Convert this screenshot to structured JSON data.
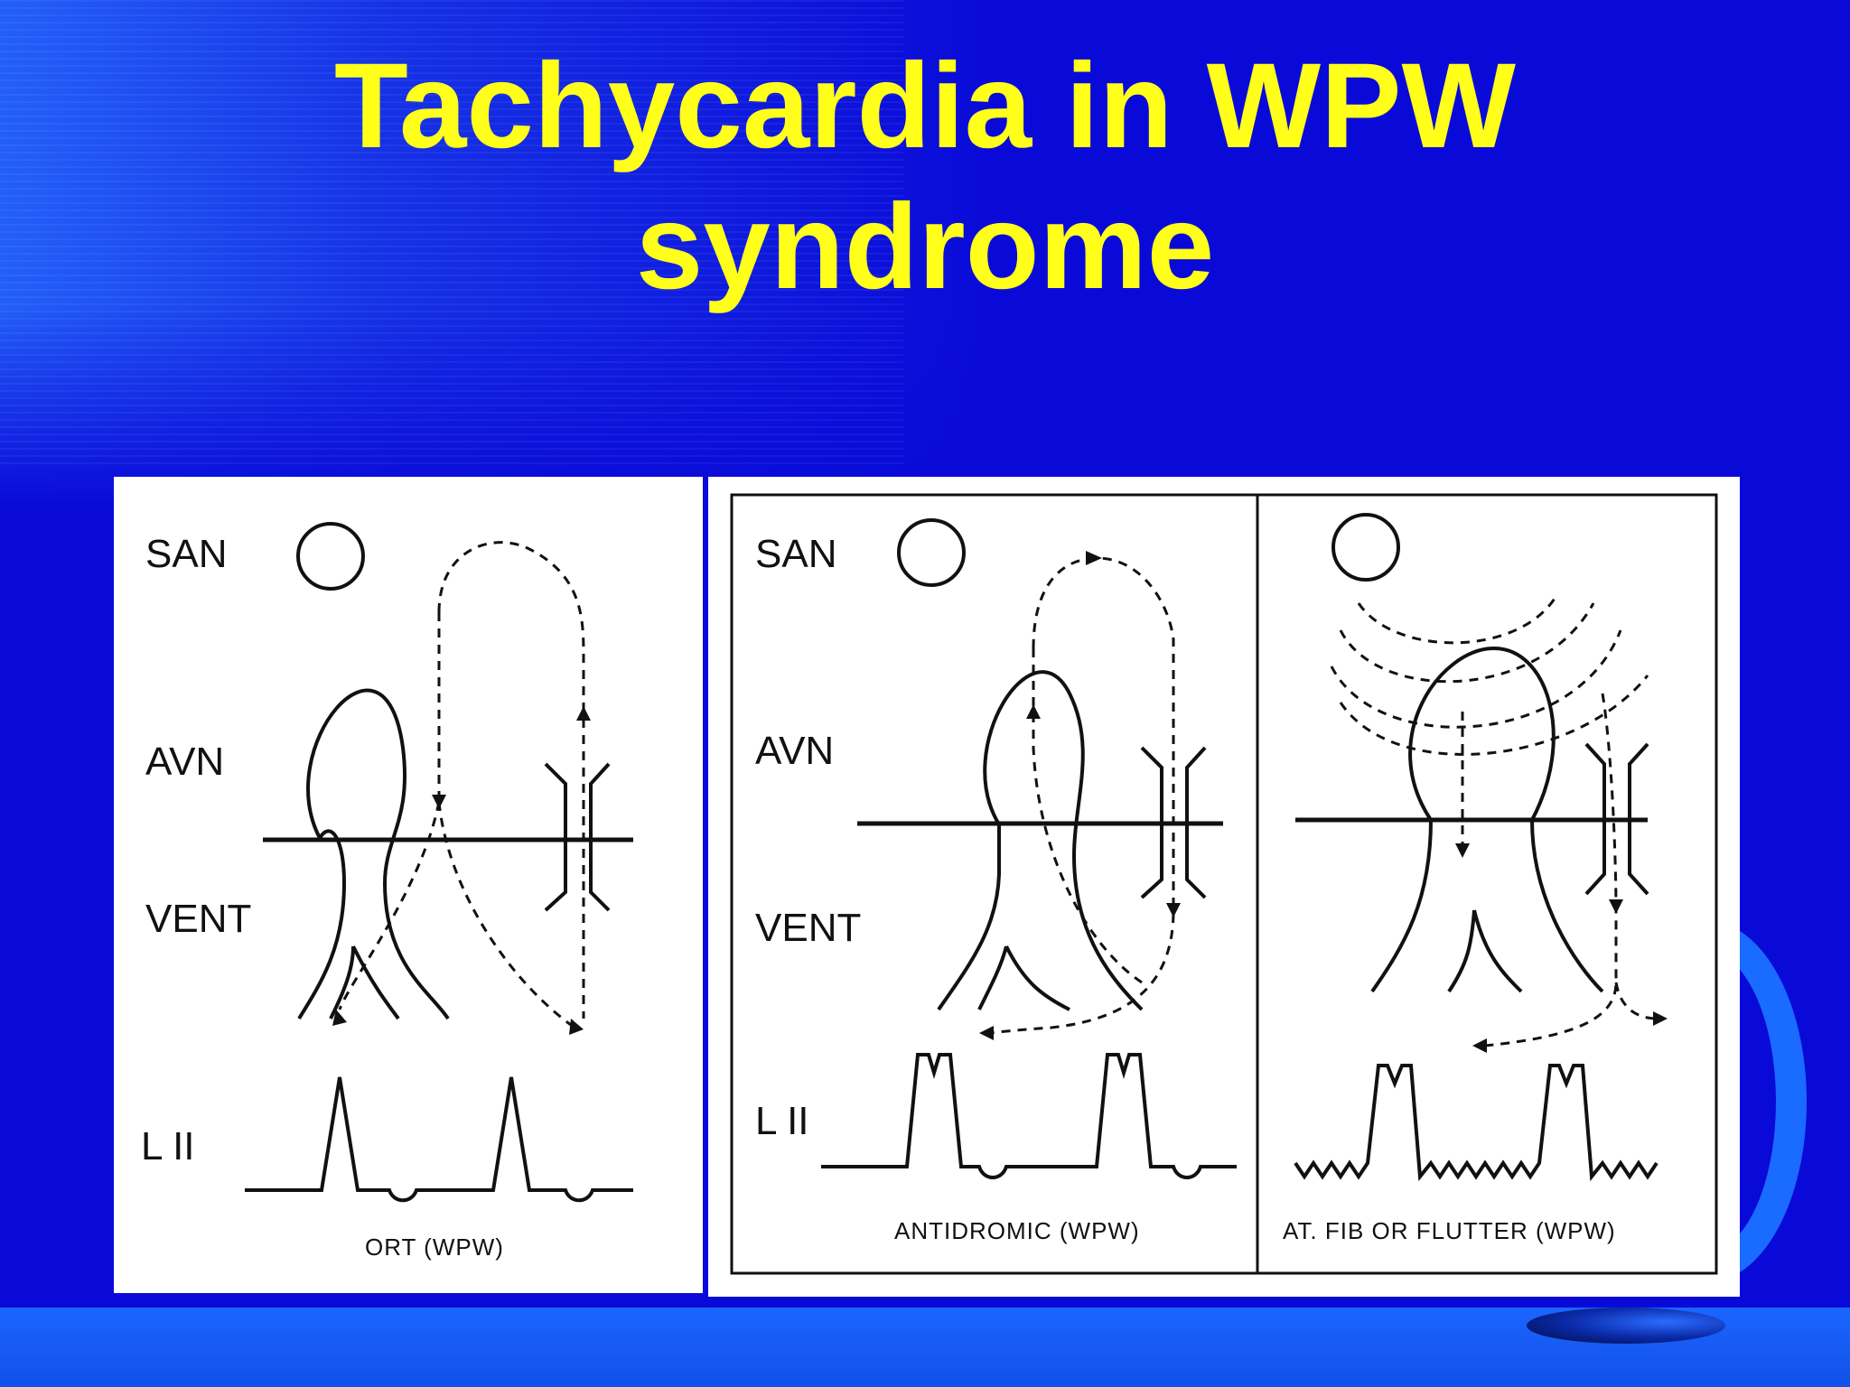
{
  "slide": {
    "title_line1": "Tachycardia in WPW",
    "title_line2": "syndrome"
  },
  "colors": {
    "background": "#0a0ad8",
    "title": "#ffff1a",
    "panel": "#ffffff",
    "ink": "#111111"
  },
  "diagram": {
    "panels": [
      {
        "labels": {
          "san": "SAN",
          "avn": "AVN",
          "vent": "VENT",
          "lead": "L II"
        },
        "caption": "ORT (WPW)"
      },
      {
        "labels": {
          "san": "SAN",
          "avn": "AVN",
          "vent": "VENT",
          "lead": "L II"
        },
        "caption": "ANTIDROMIC (WPW)"
      },
      {
        "caption": "AT. FIB OR FLUTTER (WPW)"
      }
    ]
  }
}
